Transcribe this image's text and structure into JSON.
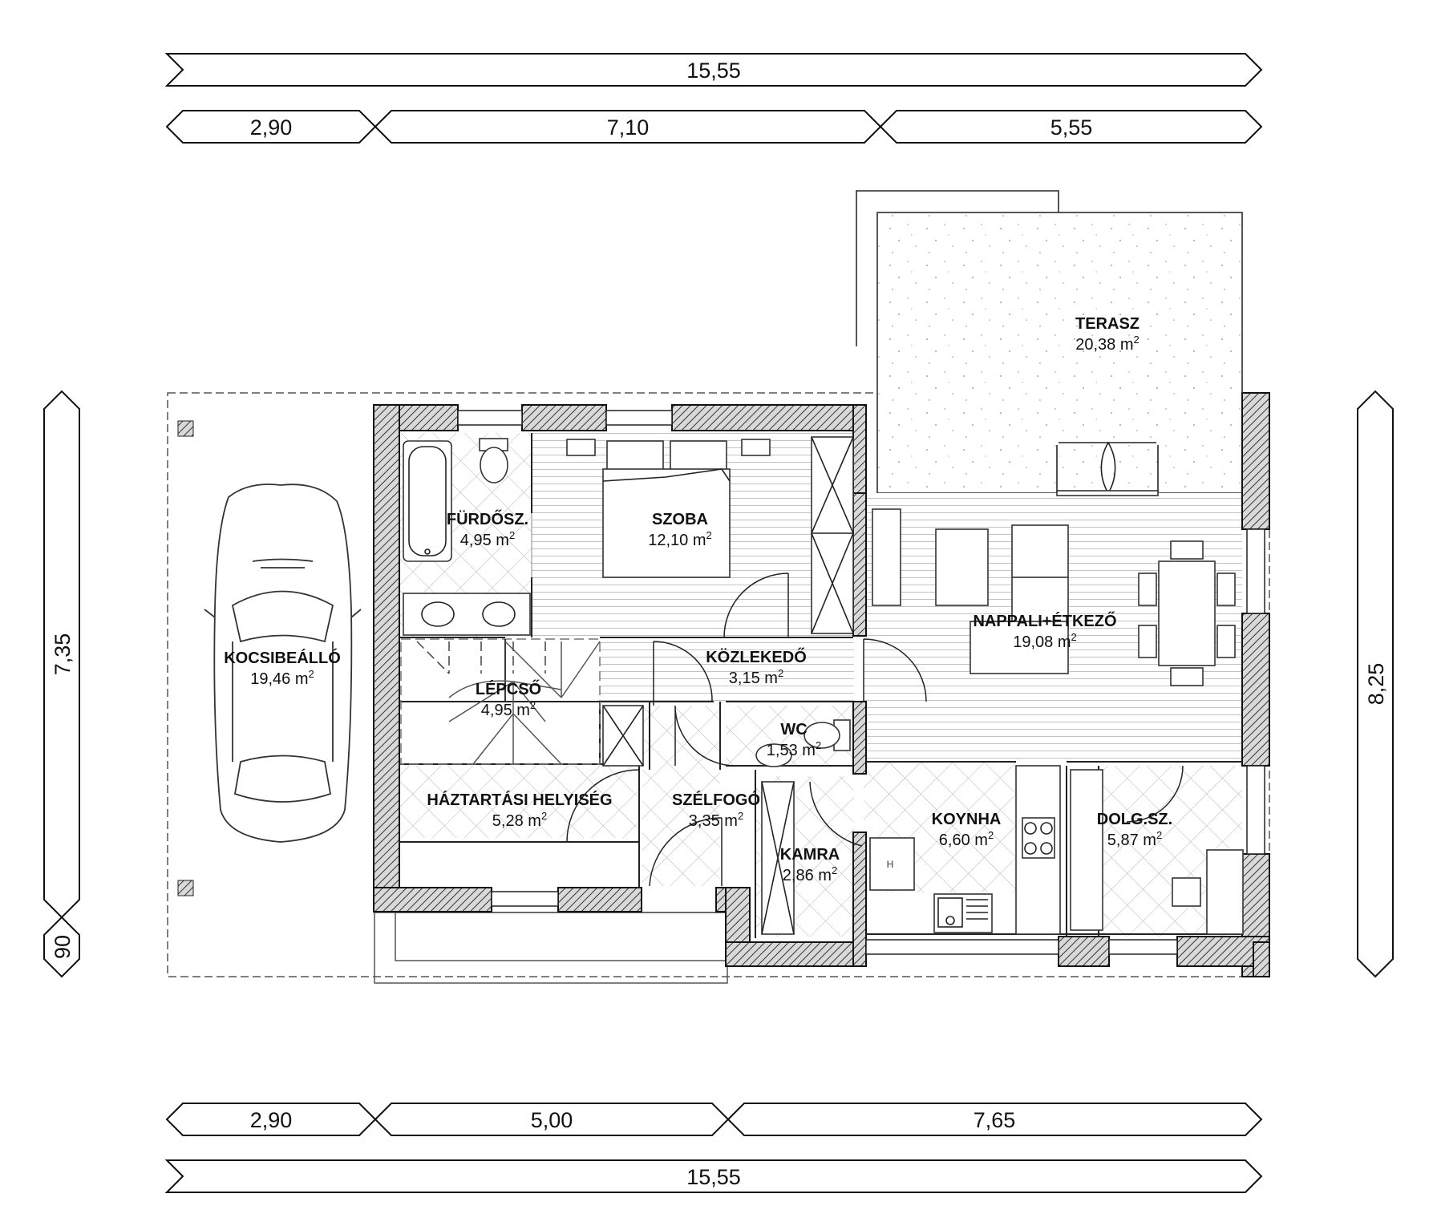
{
  "dimensions": {
    "top_total": "15,55",
    "top_segments": [
      "2,90",
      "7,10",
      "5,55"
    ],
    "bottom_segments": [
      "2,90",
      "5,00",
      "7,65"
    ],
    "bottom_total": "15,55",
    "left_height": "7,35",
    "left_small": "90",
    "right_height": "8,25"
  },
  "area_unit": "m",
  "area_exponent": "2",
  "rooms": [
    {
      "name": "TERASZ",
      "area": "20,38"
    },
    {
      "name": "FÜRDŐSZ.",
      "area": "4,95"
    },
    {
      "name": "SZOBA",
      "area": "12,10"
    },
    {
      "name": "NAPPALI+ÉTKEZŐ",
      "area": "19,08"
    },
    {
      "name": "KOCSIBEÁLLÓ",
      "area": "19,46"
    },
    {
      "name": "KÖZLEKEDŐ",
      "area": "3,15"
    },
    {
      "name": "LÉPCSŐ",
      "area": "4,95"
    },
    {
      "name": "WC",
      "area": "1,53"
    },
    {
      "name": "HÁZTARTÁSI HELYISÉG",
      "area": "5,28"
    },
    {
      "name": "SZÉLFOGÓ",
      "area": "3,35"
    },
    {
      "name": "KOYNHA",
      "area": "6,60"
    },
    {
      "name": "DOLG.SZ.",
      "area": "5,87"
    },
    {
      "name": "KAMRA",
      "area": "2,86"
    }
  ]
}
